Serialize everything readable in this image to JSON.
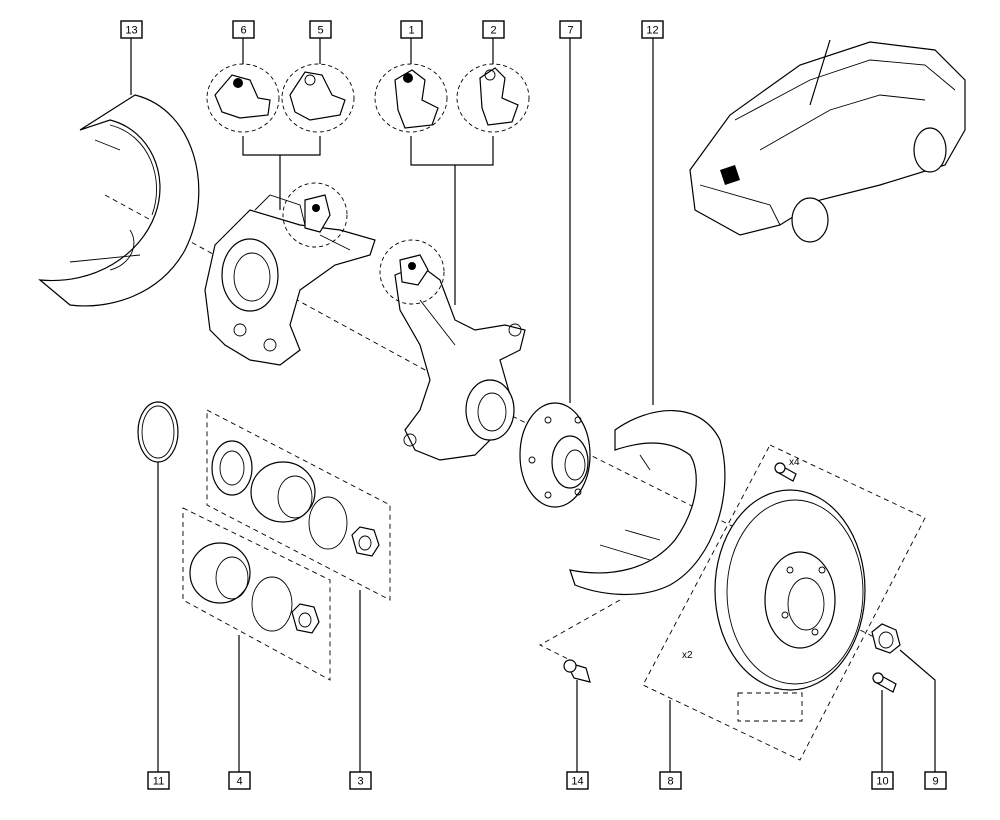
{
  "callouts": {
    "c1": "1",
    "c2": "2",
    "c3": "3",
    "c4": "4",
    "c5": "5",
    "c6": "6",
    "c7": "7",
    "c8": "8",
    "c9": "9",
    "c10": "10",
    "c11": "11",
    "c12": "12",
    "c13": "13",
    "c14": "14"
  },
  "annotations": {
    "bolt_qty": "x4",
    "disc_qty": "x2"
  }
}
